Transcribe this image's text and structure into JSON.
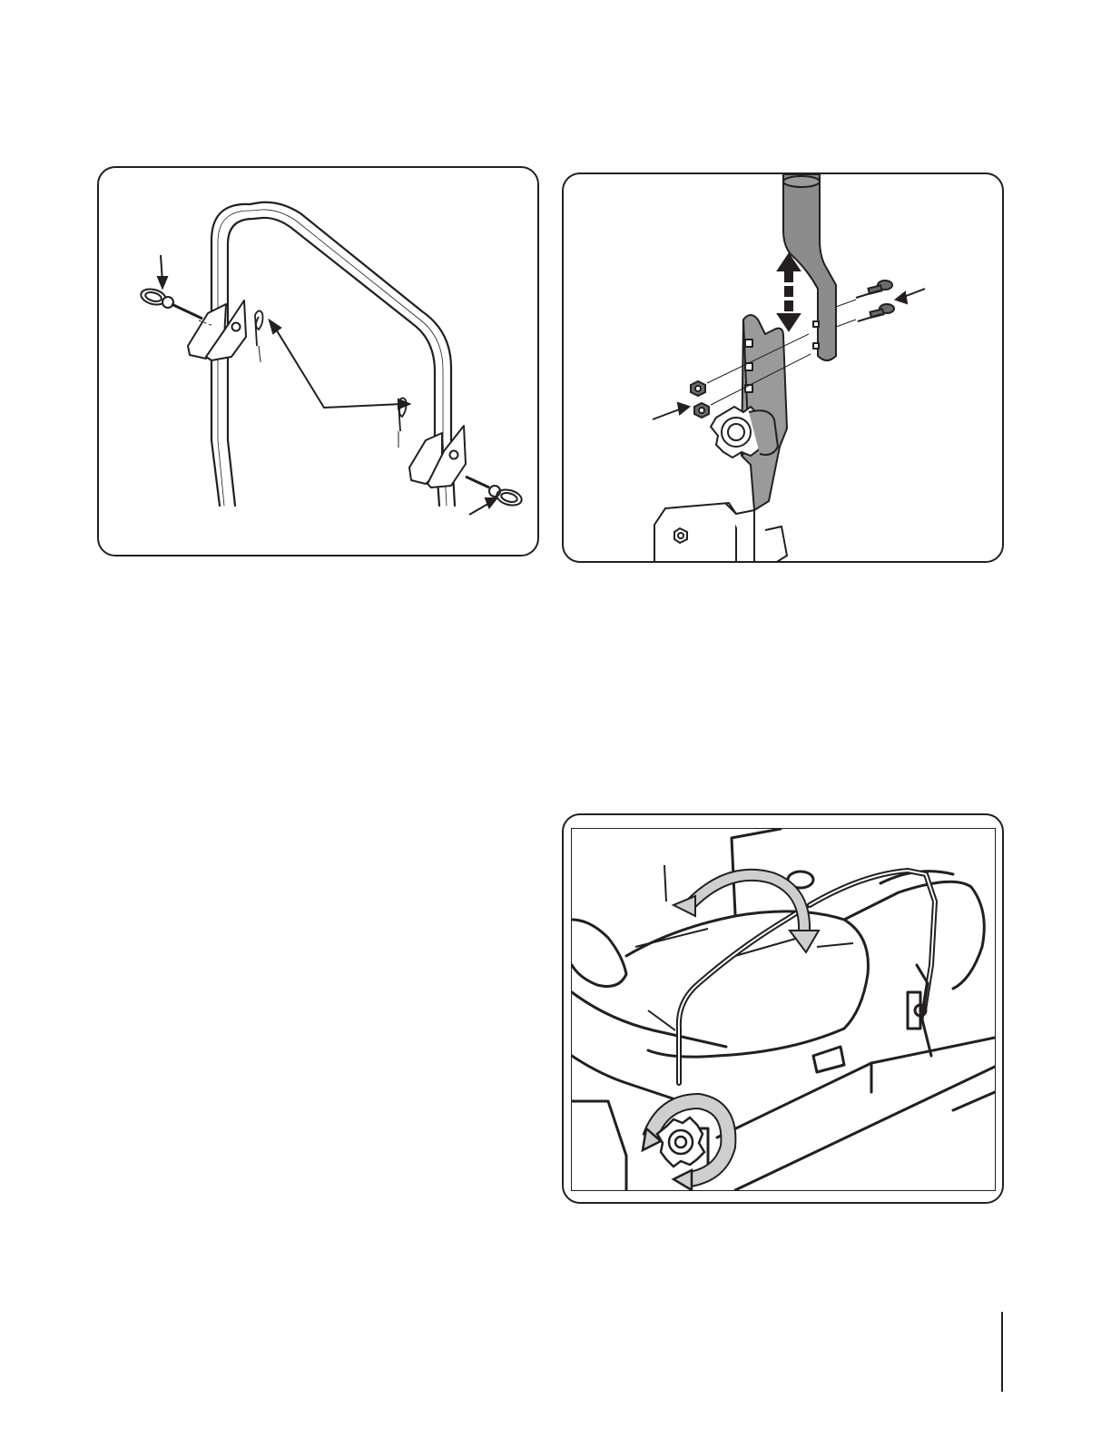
{
  "page": {
    "background": "#ffffff",
    "line_color": "#231f20",
    "fill_gray": "#8c8c8c"
  },
  "figures": [
    {
      "id": "fig1",
      "depicts": "seat-rail-with-hitch-pins-and-cotter-pins"
    },
    {
      "id": "fig2",
      "depicts": "handle-height-adjust-with-bolts-and-nuts"
    },
    {
      "id": "fig3",
      "depicts": "handle-fold-with-rotation-arrows"
    }
  ]
}
